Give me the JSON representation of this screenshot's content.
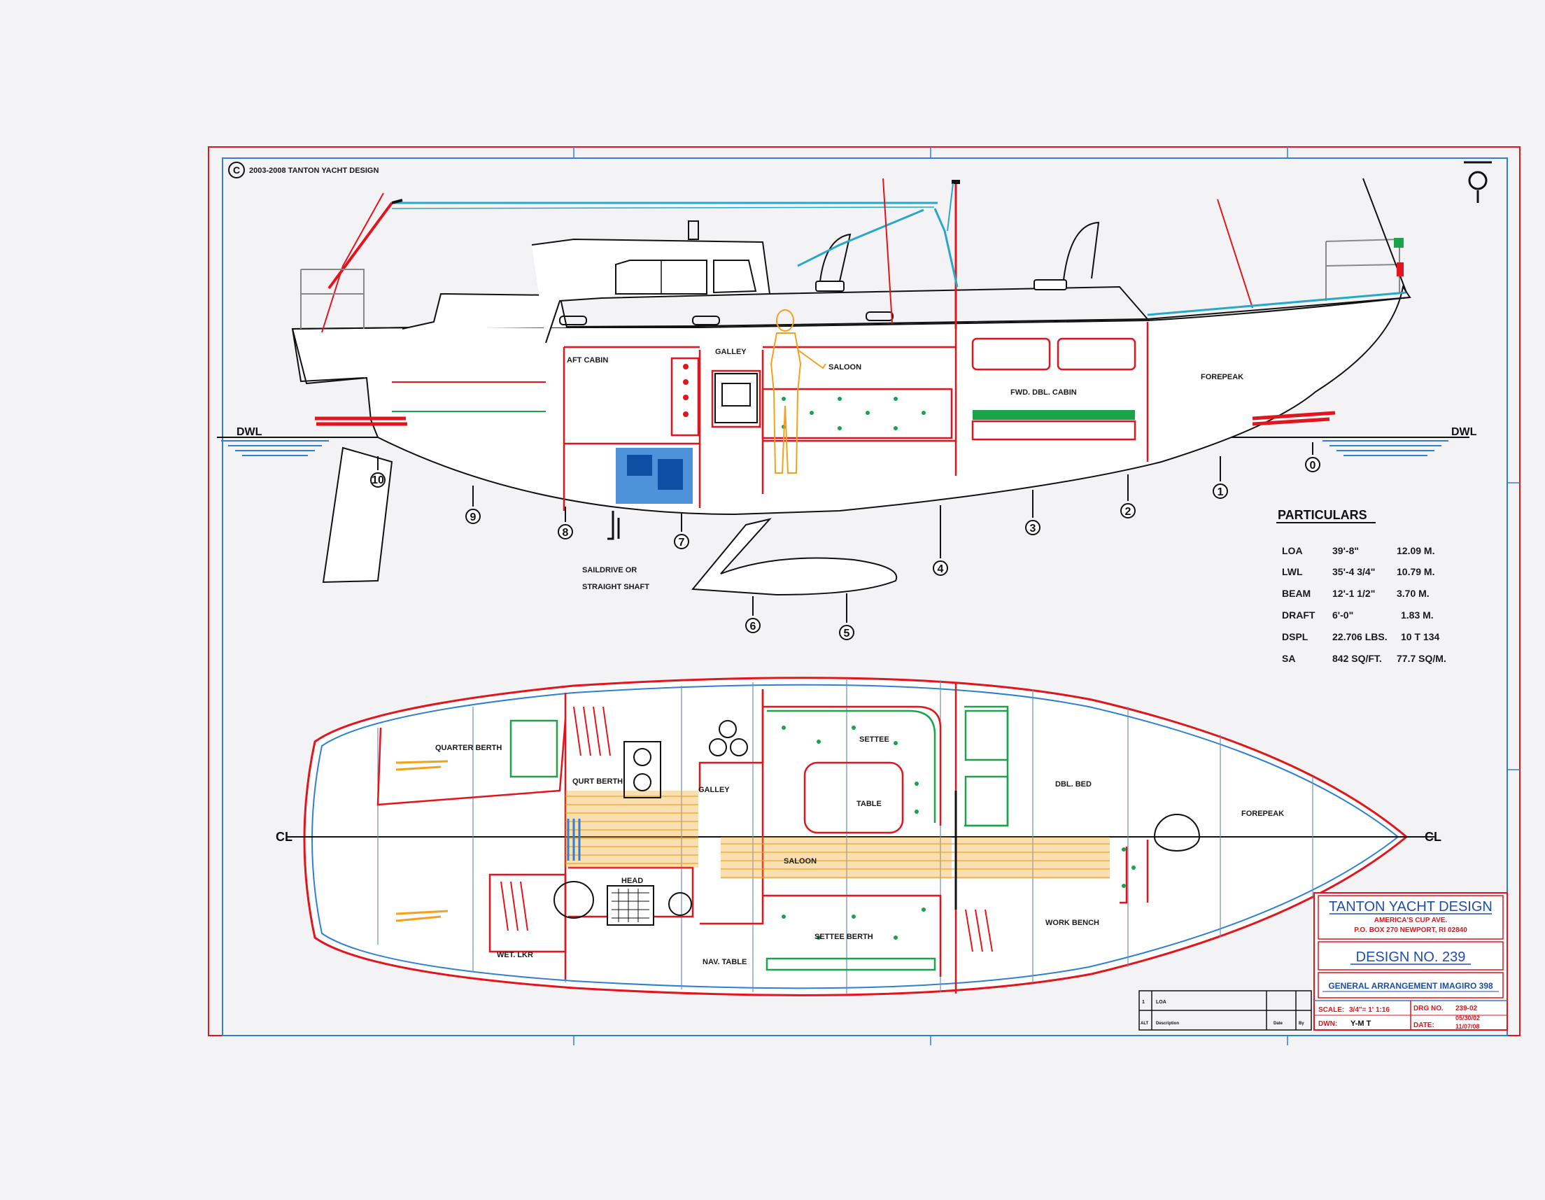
{
  "copyright": "2003-2008 TANTON YACHT DESIGN",
  "waterline": {
    "left": "DWL",
    "right": "DWL"
  },
  "centerline_mark": "CL",
  "profile_labels": {
    "aft_cabin": "AFT CABIN",
    "galley": "GALLEY",
    "saloon": "SALOON",
    "fwd_cabin": "FWD. DBL. CABIN",
    "forepeak": "FOREPEAK",
    "saildrive_1": "SAILDRIVE OR",
    "saildrive_2": "STRAIGHT SHAFT"
  },
  "stations": [
    "0",
    "1",
    "2",
    "3",
    "4",
    "5",
    "6",
    "7",
    "8",
    "9",
    "10"
  ],
  "particulars": {
    "title": "PARTICULARS",
    "rows": [
      {
        "key": "LOA",
        "imperial": "39'-8\"",
        "metric": "12.09 M."
      },
      {
        "key": "LWL",
        "imperial": "35'-4 3/4\"",
        "metric": "10.79 M."
      },
      {
        "key": "BEAM",
        "imperial": "12'-1 1/2\"",
        "metric": "3.70 M."
      },
      {
        "key": "DRAFT",
        "imperial": "6'-0\"",
        "metric": "1.83 M."
      },
      {
        "key": "DSPL",
        "imperial": "22.706 LBS.",
        "metric": "10 T 134"
      },
      {
        "key": "SA",
        "imperial": "842 SQ/FT.",
        "metric": "77.7 SQ/M."
      }
    ]
  },
  "plan_labels": {
    "quarter_berth": "QUARTER BERTH",
    "qurt_berth": "QURT BERTH",
    "galley": "GALLEY",
    "settee": "SETTEE",
    "table": "TABLE",
    "dbl_bed": "DBL. BED",
    "forepeak": "FOREPEAK",
    "saloon": "SALOON",
    "head": "HEAD",
    "settee_berth": "SETTEE BERTH",
    "work_bench": "WORK BENCH",
    "wet_lkr": "WET. LKR",
    "nav_table": "NAV. TABLE"
  },
  "title_block": {
    "firm": "TANTON YACHT DESIGN",
    "address_1": "AMERICA'S CUP AVE.",
    "address_2": "P.O. BOX 270 NEWPORT, RI 02840",
    "design": "DESIGN  NO. 239",
    "subject": "GENERAL ARRANGEMENT IMAGIRO 398",
    "scale_label": "SCALE:",
    "scale_value": "3/4\"= 1' 1:16",
    "dwn_label": "DWN:",
    "dwn_value": "Y-M T",
    "drg_label": "DRG NO.",
    "drg_value": "239-02",
    "date_label": "DATE:",
    "date_1": "05/30/02",
    "date_2": "11/07/08"
  },
  "revision_block": {
    "rev_no": "1",
    "rev_desc": "LOA",
    "alt": "ALT",
    "description": "Description",
    "date": "Date",
    "by": "By"
  },
  "colors": {
    "hull_red": "#e3141b",
    "blue": "#2f7fd3",
    "cyan": "#29a7c9",
    "green": "#1aa34a",
    "orange": "#f0a21e",
    "ink": "#1a1a1a"
  }
}
